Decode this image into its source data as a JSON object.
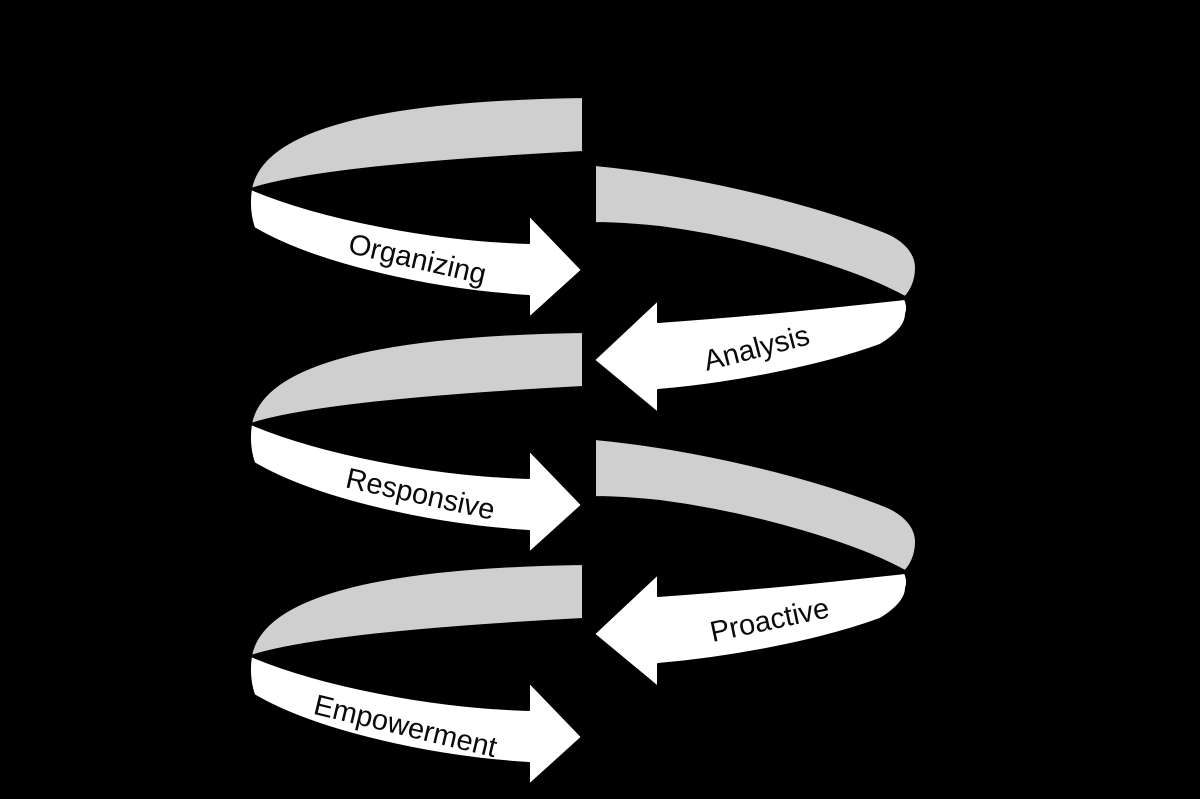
{
  "diagram": {
    "type": "spiral-process-cycle",
    "background_color": "#000000",
    "band_front_color": "#FFFFFF",
    "band_top_color": "#CFCFCF",
    "label_color": "#0a0a0a",
    "steps": [
      {
        "label": "Organizing",
        "direction": "right"
      },
      {
        "label": "Analysis",
        "direction": "left"
      },
      {
        "label": "Responsive",
        "direction": "right"
      },
      {
        "label": "Proactive",
        "direction": "left"
      },
      {
        "label": "Empowerment",
        "direction": "right"
      }
    ]
  }
}
